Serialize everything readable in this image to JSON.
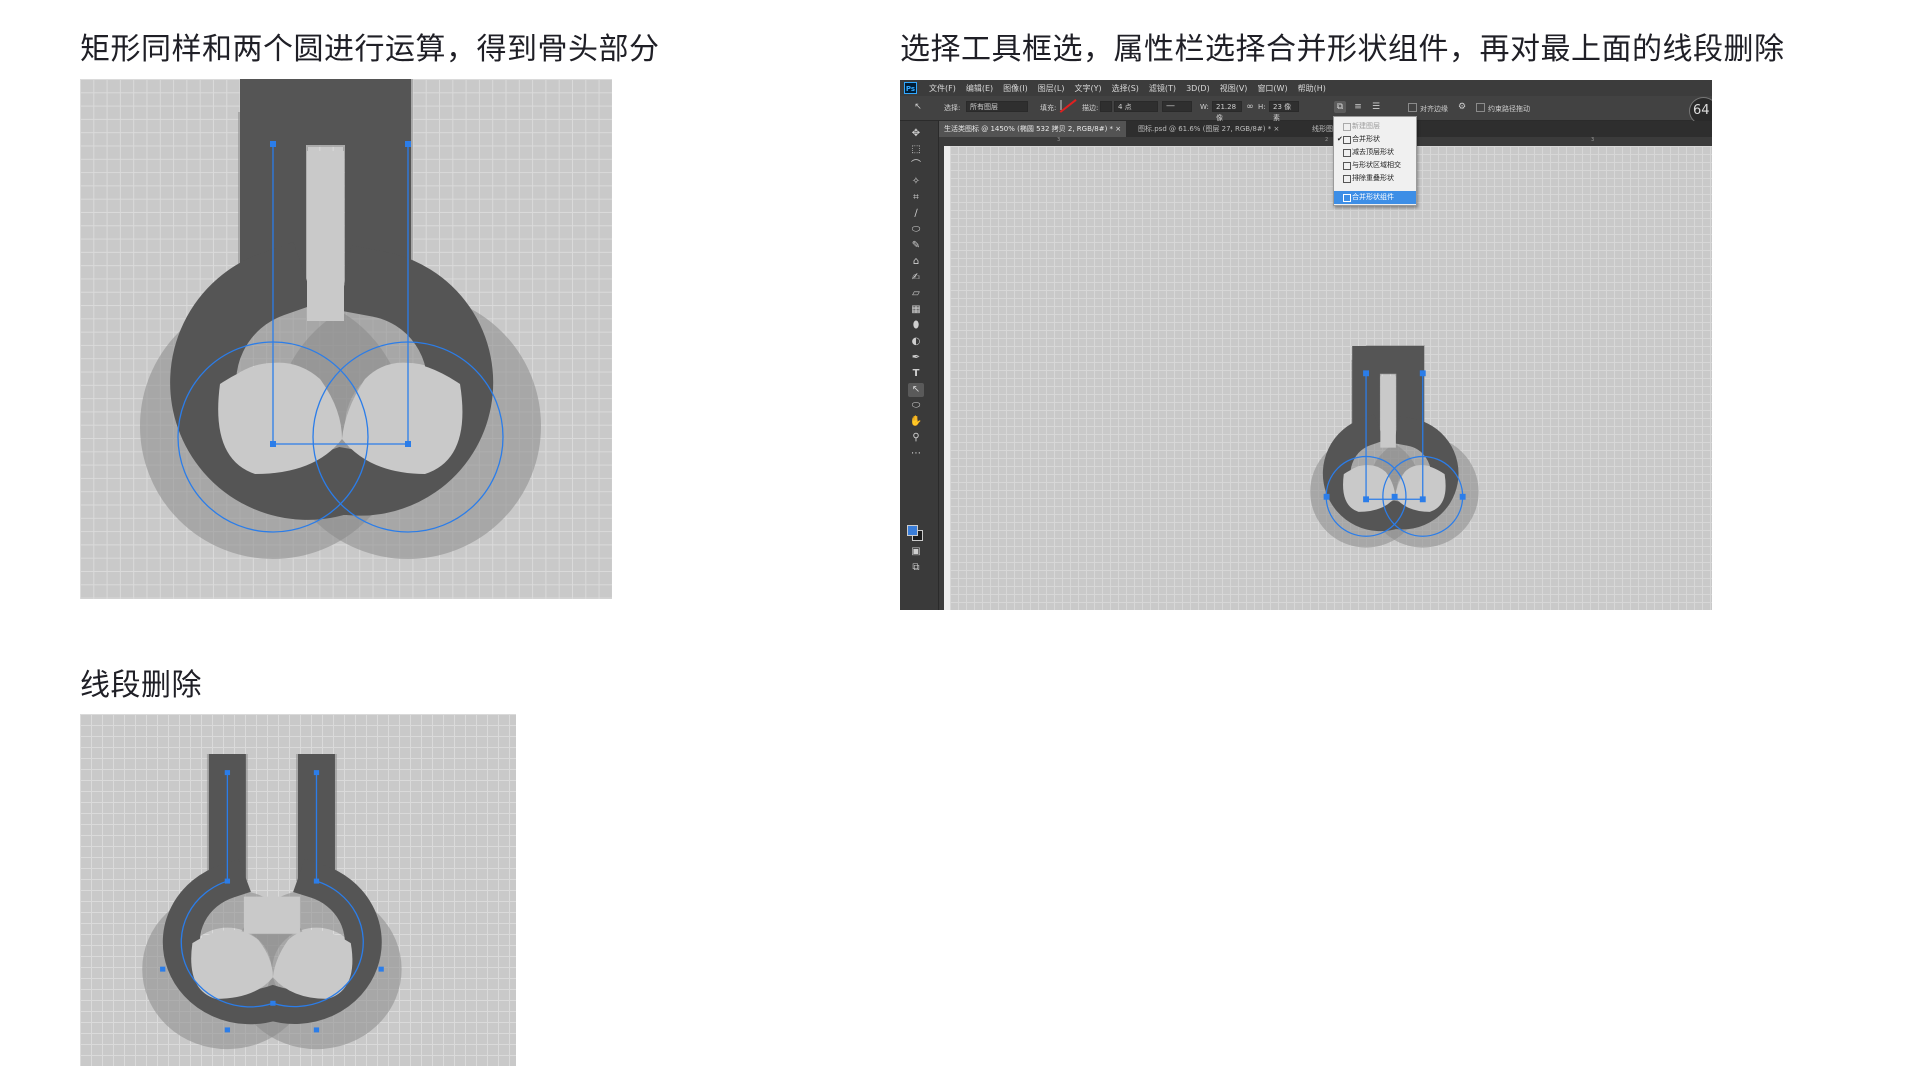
{
  "captions": {
    "step1": "矩形同样和两个圆进行运算，得到骨头部分",
    "step2": "选择工具框选，属性栏选择合并形状组件，再对最上面的线段删除",
    "step3": "线段删除"
  },
  "colors": {
    "grid_bg": "#c9c9c9",
    "grid_line": "#dadada",
    "shape_dark": "#555555",
    "shape_mid": "#8a8a8a",
    "path_blue": "#2b7de9",
    "ps_ui": "#535353"
  },
  "photoshop": {
    "logo": "Ps",
    "menus": [
      "文件(F)",
      "编辑(E)",
      "图像(I)",
      "图层(L)",
      "文字(Y)",
      "选择(S)",
      "滤镜(T)",
      "3D(D)",
      "视图(V)",
      "窗口(W)",
      "帮助(H)"
    ],
    "options": {
      "select_label": "选择:",
      "select_value": "所有图层",
      "fill_label": "填充:",
      "stroke_label": "描边:",
      "stroke_width": "4 点",
      "w_label": "W:",
      "w_value": "21.28 像",
      "link_icon": "link-icon",
      "h_label": "H:",
      "h_value": "23 像素",
      "align_edges": "对齐边缘",
      "constrain_path": "约束路径拖动",
      "badge": "64"
    },
    "tabs": [
      "生活类图标 @ 1450% (椭圆 532 拷贝 2, RGB/8#) *",
      "图标.psd @ 61.6% (图层 27, RGB/8#) *",
      "线形图标.psd"
    ],
    "ruler_numbers": [
      "3",
      "2",
      "3"
    ],
    "dropdown": {
      "items": [
        {
          "label": "新建图层",
          "checked": false,
          "disabled": true
        },
        {
          "label": "合并形状",
          "checked": true,
          "disabled": false
        },
        {
          "label": "减去顶层形状",
          "checked": false,
          "disabled": false
        },
        {
          "label": "与形状区域相交",
          "checked": false,
          "disabled": false
        },
        {
          "label": "排除重叠形状",
          "checked": false,
          "disabled": false
        }
      ],
      "action": "合并形状组件"
    },
    "tools": [
      "move-tool",
      "marquee-tool",
      "lasso-tool",
      "magic-wand-tool",
      "crop-tool",
      "eyedropper-tool",
      "healing-brush-tool",
      "brush-tool",
      "clone-stamp-tool",
      "history-brush-tool",
      "eraser-tool",
      "gradient-tool",
      "blur-tool",
      "dodge-tool",
      "pen-tool",
      "type-tool",
      "path-selection-tool",
      "ellipse-tool",
      "hand-tool",
      "zoom-tool",
      "more-tools"
    ]
  }
}
